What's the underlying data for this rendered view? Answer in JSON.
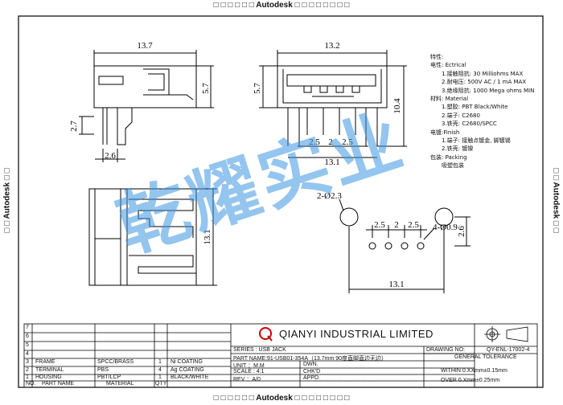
{
  "stamp_text": "Autodesk",
  "dimensions": {
    "side_width": "13.7",
    "side_height": "5.7",
    "side_pin_height": "2.7",
    "side_pin_offset": "2.6",
    "front_width": "13.2",
    "front_height": "5.7",
    "front_total_height": "10.4",
    "pitch_left": "2.5",
    "pitch_mid": "2",
    "pitch_right": "2.5",
    "front_span": "13.1",
    "top_height": "13.1",
    "holes_pitch_left": "2.5",
    "holes_pitch_mid": "2",
    "holes_pitch_right": "2.5",
    "small_hole": "4-Ø0.9",
    "big_hole": "2-Ø2.3",
    "holes_span": "13.1",
    "holes_vertical": "2.6"
  },
  "spec_lines": [
    "特性:",
    "电性: Ectrical",
    "1.接触阻抗: 30 Milliohms MAX",
    "2.耐电压: 500V AC / 1 mA MAX",
    "3.绝缘阻抗: 1000 Mega ohms MIN",
    "材料: Material",
    "1.塑胶: PBT Black/White",
    "2.端子: C2680",
    "3.铁壳: C2680/SPCC",
    "电镀:Finish",
    "1.端子: 接触点镀金, 脚镀锡",
    "2.铁壳: 镀镍",
    "包装: Packing",
    "吸塑包装"
  ],
  "watermark": "乾耀实业",
  "title_block": {
    "row_numbers": [
      "7",
      "6",
      "5",
      "4",
      "3",
      "2",
      "1"
    ],
    "parts": [
      {
        "no": "3",
        "name": "FRAME",
        "material": "SPCC/BRASS",
        "qty": "1"
      },
      {
        "no": "2",
        "name": "TERMINAL",
        "material": "PBS",
        "qty": "4"
      },
      {
        "no": "1",
        "name": "HOUSING",
        "material": "PBT/LCP",
        "qty": "1"
      }
    ],
    "coatings": [
      "Ni COATING",
      "Ag COATING",
      "BLACK/WHITE"
    ],
    "header": {
      "no": "NO.",
      "name": "PART NAME",
      "material": "MATERIAL",
      "qty": "QTY"
    },
    "company": "QIANYI INDUSTRIAL LIMITED",
    "series": "SERIES : USB JACK",
    "part_name": "PART NAME:91-USB01-354A（13.7mm 90度直脚直边无边）",
    "unit": "UNIT ：M.M",
    "scale": "SCALE : 4:1",
    "rev": "REV ：A/0",
    "dwn": "DWN.",
    "chkd": "CHK'D",
    "appd": "APPD.",
    "drawing_no_label": "DRAWING NO:",
    "drawing_no": "QY-ENL-17002-4",
    "tolerance_title": "GENERAL TOLERANCE",
    "tol_within": "WITHIN 0.XXmm±0.15mm",
    "tol_over": "OVER   0.Xmm±0.25mm"
  }
}
